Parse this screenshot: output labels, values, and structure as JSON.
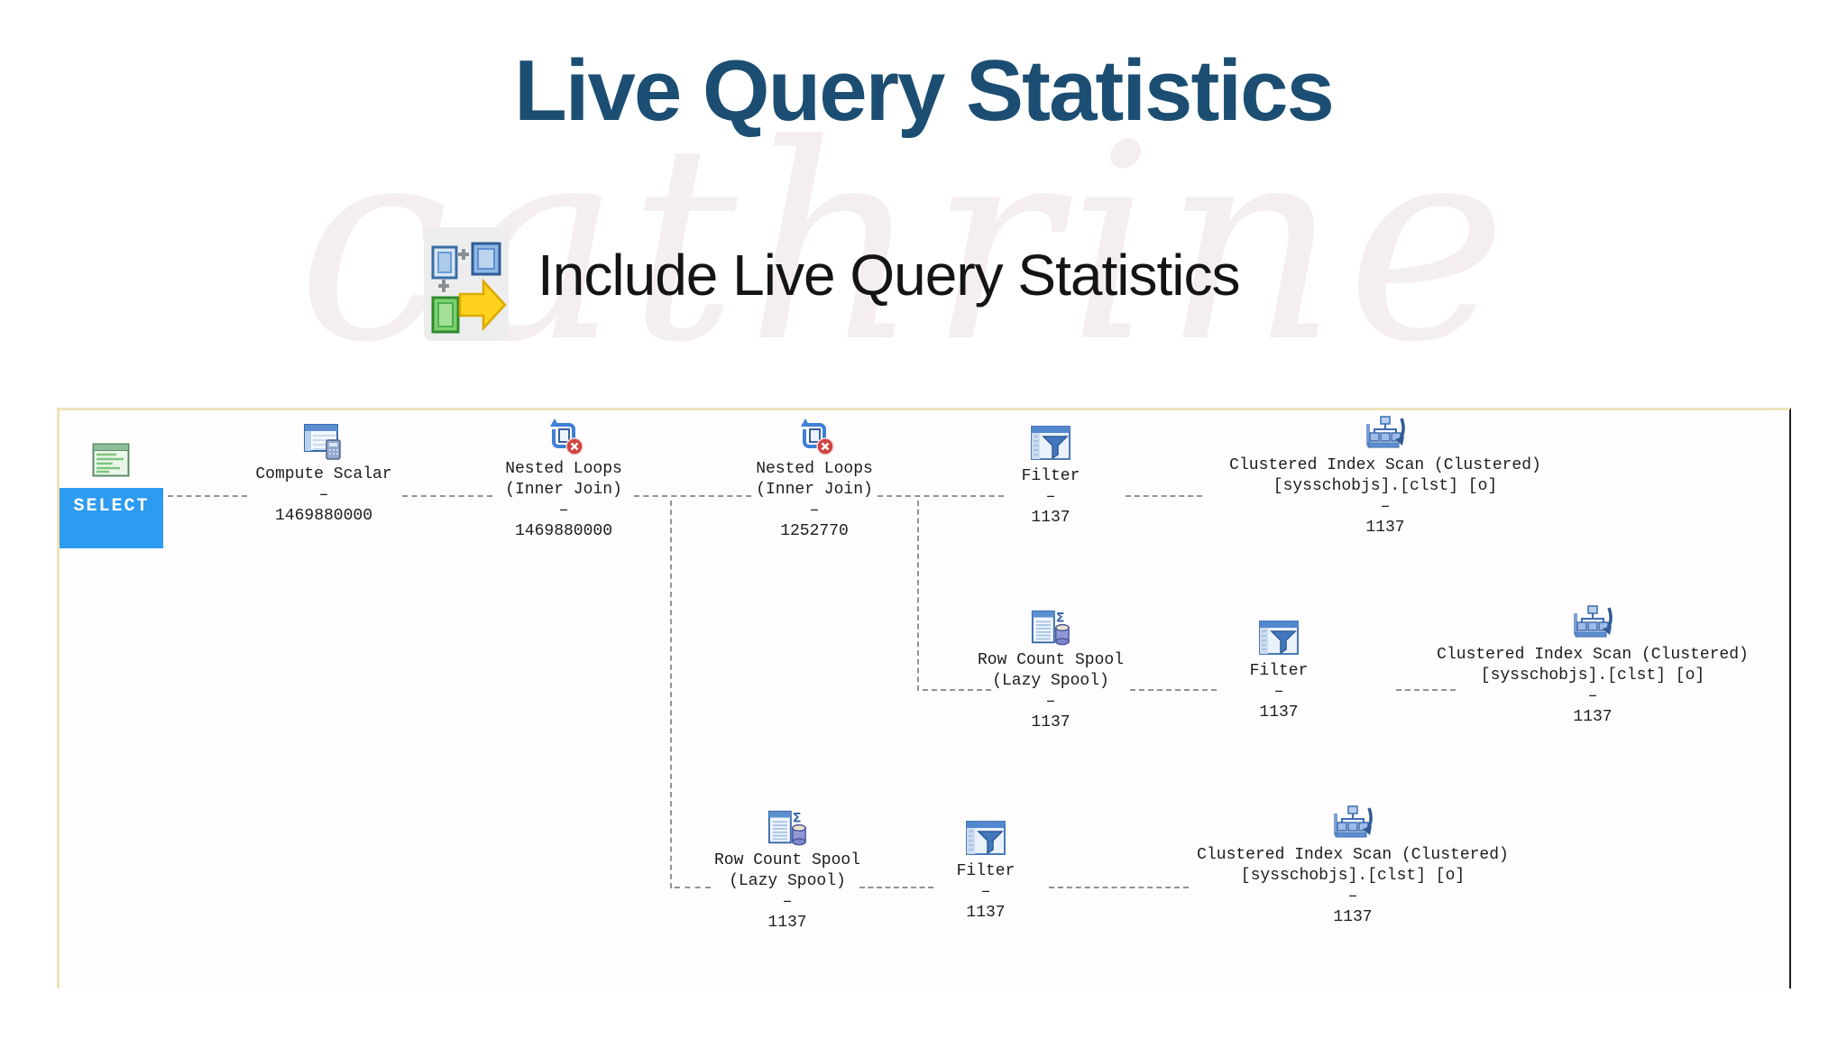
{
  "slide": {
    "title": "Live Query Statistics",
    "watermark": "cathrine",
    "subtitle": {
      "icon": "include-live-query-statistics-icon",
      "label": "Include Live Query Statistics"
    }
  },
  "colors": {
    "title_text": "#1b4e72",
    "select_box": "#2d9bf0",
    "panel_border_top_left": "#eee3ba",
    "panel_border_right": "#1f1f1f",
    "connector": "#949494"
  },
  "plan": {
    "select": {
      "icon": "result-table-icon",
      "label": "SELECT"
    },
    "nodes": [
      {
        "icon": "compute-scalar-icon",
        "lines": [
          "Compute Scalar"
        ],
        "dash": "–",
        "value": "1469880000"
      },
      {
        "icon": "nested-loops-icon",
        "lines": [
          "Nested Loops",
          "(Inner Join)"
        ],
        "dash": "–",
        "value": "1469880000"
      },
      {
        "icon": "nested-loops-icon",
        "lines": [
          "Nested Loops",
          "(Inner Join)"
        ],
        "dash": "–",
        "value": "1252770"
      },
      {
        "icon": "filter-icon",
        "lines": [
          "Filter"
        ],
        "dash": "–",
        "value": "1137"
      },
      {
        "icon": "clustered-index-scan-icon",
        "lines": [
          "Clustered Index Scan (Clustered)",
          "[sysschobjs].[clst] [o]"
        ],
        "dash": "–",
        "value": "1137"
      },
      {
        "icon": "row-count-spool-icon",
        "lines": [
          "Row Count Spool",
          "(Lazy Spool)"
        ],
        "dash": "–",
        "value": "1137"
      },
      {
        "icon": "filter-icon",
        "lines": [
          "Filter"
        ],
        "dash": "–",
        "value": "1137"
      },
      {
        "icon": "clustered-index-scan-icon",
        "lines": [
          "Clustered Index Scan (Clustered)",
          "[sysschobjs].[clst] [o]"
        ],
        "dash": "–",
        "value": "1137"
      },
      {
        "icon": "row-count-spool-icon",
        "lines": [
          "Row Count Spool",
          "(Lazy Spool)"
        ],
        "dash": "–",
        "value": "1137"
      },
      {
        "icon": "filter-icon",
        "lines": [
          "Filter"
        ],
        "dash": "–",
        "value": "1137"
      },
      {
        "icon": "clustered-index-scan-icon",
        "lines": [
          "Clustered Index Scan (Clustered)",
          "[sysschobjs].[clst] [o]"
        ],
        "dash": "–",
        "value": "1137"
      }
    ]
  }
}
